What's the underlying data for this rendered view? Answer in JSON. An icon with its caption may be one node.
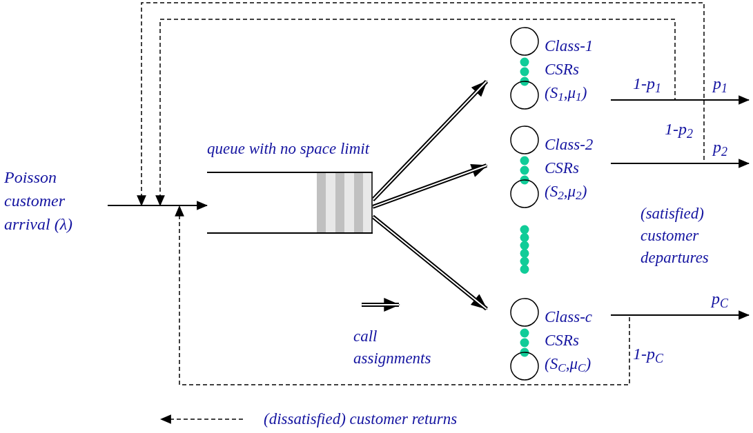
{
  "diagram": {
    "nodes": [
      {
        "text": [
          "Poisson customer arrival (λ)"
        ]
      },
      {
        "text": [
          "queue with no space limit"
        ]
      },
      {
        "text": [
          "Class-1 CSRs (S$_{1}$,μ$_{1}$)"
        ]
      },
      {
        "text": [
          "Class-2 CSRs (S$_{2}$,μ$_{2}$)"
        ]
      },
      {
        "text": [
          "Class-c CSRs (S$_{C}$,μ$_{C}$)"
        ]
      }
    ],
    "edges": [
      {
        "from": 0,
        "to": 1,
        "arrow": "to"
      },
      {
        "from": 1,
        "to": 2,
        "arrow": "to",
        "style": "thick"
      },
      {
        "from": 1,
        "to": 3,
        "arrow": "to",
        "style": "thick"
      },
      {
        "from": 1,
        "to": 4,
        "arrow": "to",
        "style": "thick"
      },
      {
        "from": 2,
        "to": null,
        "arrow": "to",
        "label": "p$_{1}$"
      },
      {
        "from": 3,
        "to": null,
        "arrow": "to",
        "label": "p$_{2}$"
      },
      {
        "from": 4,
        "to": null,
        "arrow": "to",
        "label": "p$_{C}$"
      },
      {
        "from": 2,
        "to": null,
        "arrow": "to",
        "style": "dashed",
        "label": "1-p$_{1}$"
      },
      {
        "from": 3,
        "to": null,
        "arrow": "to",
        "style": "dashed",
        "label": "1-p$_{2}$"
      },
      {
        "from": 4,
        "to": null,
        "arrow": "to",
        "style": "dashed",
        "label": "1-p$_{C}$"
      }
    ],
    "labels": [
      "(satisfied) customer departures"
    ],
    "legend": [
      {
        "text": "call assignments"
      },
      {
        "text": "(dissatisfied) customer returns"
      }
    ]
  }
}
